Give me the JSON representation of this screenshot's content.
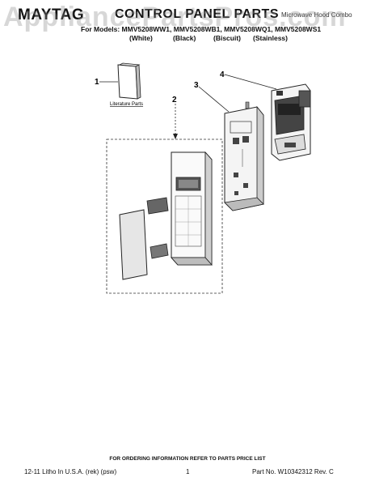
{
  "header": {
    "brand": "MAYTAG",
    "title": "CONTROL PANEL PARTS",
    "subtitle": "Microwave Hood Combo",
    "models": "For Models: MMV5208WW1, MMV5208WB1, MMV5208WQ1, MMV5208WS1",
    "finishes": [
      "(White)",
      "(Black)",
      "(Biscuit)",
      "(Stainless)"
    ]
  },
  "watermark": "AppliancePartsPros.com",
  "callouts": [
    "1",
    "2",
    "3",
    "4"
  ],
  "literature_label": "Literature Parts",
  "footer": {
    "ordering_note": "FOR ORDERING INFORMATION REFER TO PARTS PRICE LIST",
    "litho": "12-11 Litho In U.S.A. (rek) (psw)",
    "page": "1",
    "part_no": "Part No. W10342312 Rev. C"
  }
}
